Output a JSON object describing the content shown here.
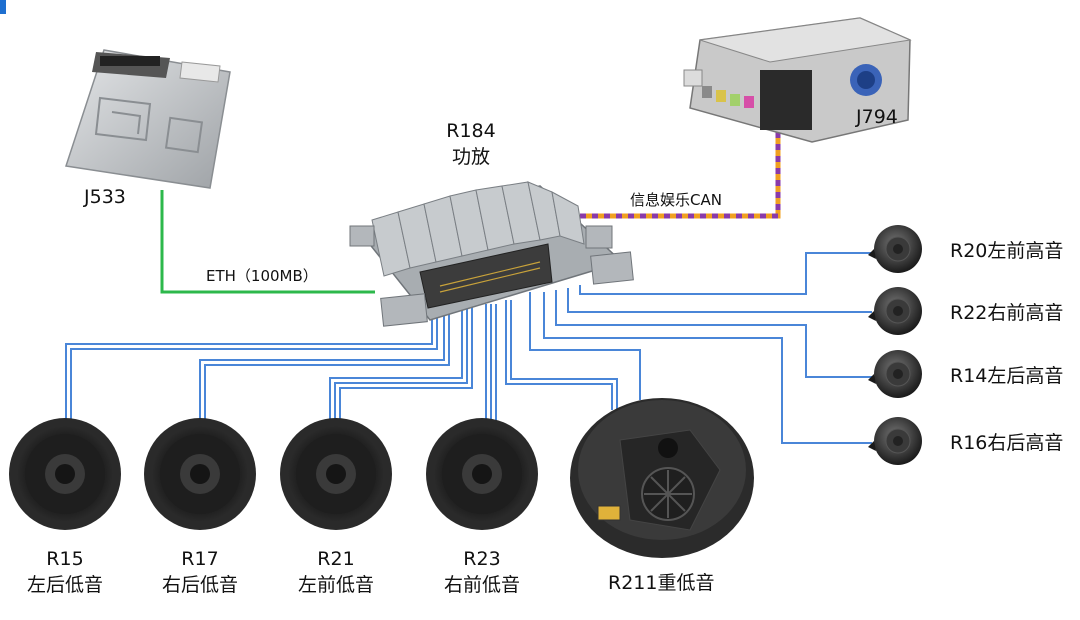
{
  "colors": {
    "eth": "#2db84b",
    "can_a": "#f0a020",
    "can_b": "#8a3aa8",
    "speaker_wire": "#4a86d8",
    "device_metal": "#b9bcc0",
    "speaker_dark": "#1c1c1c"
  },
  "devices": {
    "j533": {
      "label": "J533",
      "icon": "gateway-module-icon"
    },
    "j794": {
      "label": "J794",
      "icon": "infotainment-unit-icon"
    },
    "r184": {
      "label_line1": "R184",
      "label_line2": "功放",
      "icon": "amplifier-icon"
    }
  },
  "connections": {
    "eth_label": "ETH（100MB）",
    "can_label": "信息娱乐CAN"
  },
  "tweeters": [
    {
      "label": "R20左前高音"
    },
    {
      "label": "R22右前高音"
    },
    {
      "label": "R14左后高音"
    },
    {
      "label": "R16右后高音"
    }
  ],
  "woofers": [
    {
      "line1": "R15",
      "line2": "左后低音"
    },
    {
      "line1": "R17",
      "line2": "右后低音"
    },
    {
      "line1": "R21",
      "line2": "左前低音"
    },
    {
      "line1": "R23",
      "line2": "右前低音"
    }
  ],
  "subwoofer": {
    "label": "R211重低音"
  }
}
